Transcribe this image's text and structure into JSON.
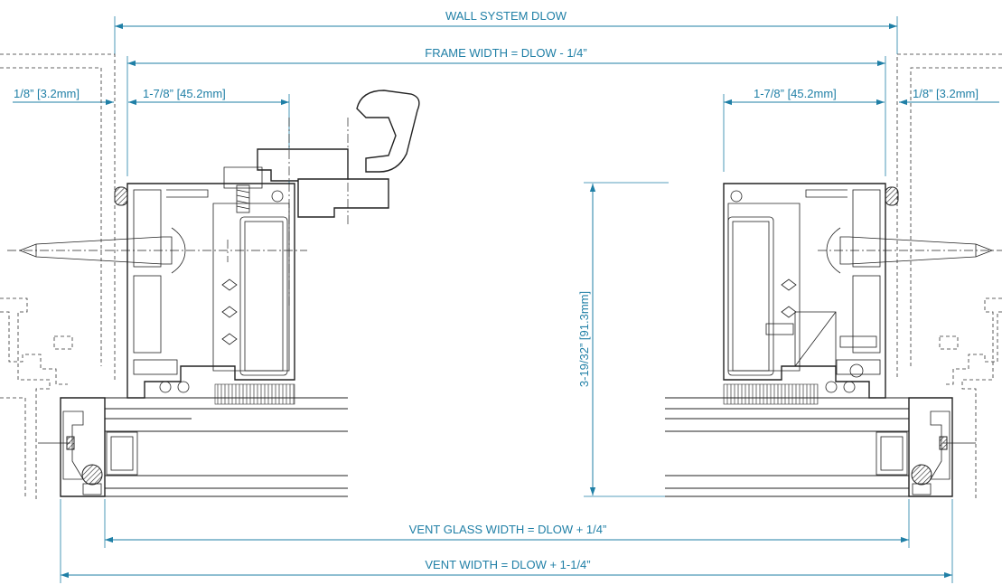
{
  "dimensions": {
    "wall_system": "WALL SYSTEM DLOW",
    "frame_width": "FRAME WIDTH = DLOW - 1/4”",
    "left_gap": "1/8” [3.2mm]",
    "left_frame_depth": "1-7/8” [45.2mm]",
    "right_frame_depth": "1-7/8” [45.2mm]",
    "right_gap": "1/8” [3.2mm]",
    "frame_height": "3-19/32” [91.3mm]",
    "vent_glass_width": "VENT GLASS WIDTH = DLOW + 1/4”",
    "vent_width": "VENT WIDTH = DLOW + 1-1/4”"
  },
  "colors": {
    "dimension": "#1f7fa6",
    "profile": "#222222",
    "background": "#ffffff"
  }
}
